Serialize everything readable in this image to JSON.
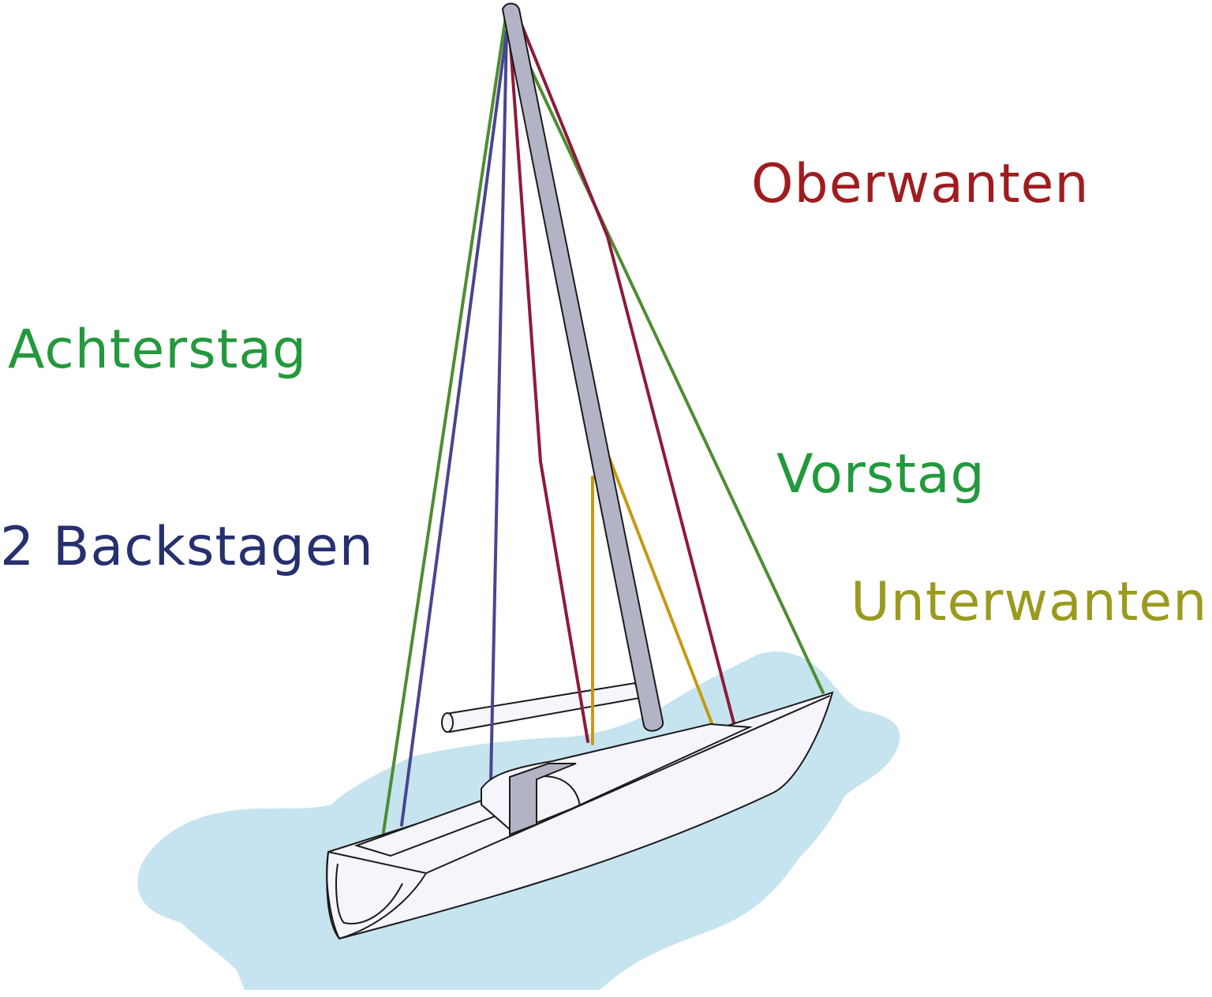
{
  "labels": {
    "oberwanten": "Oberwanten",
    "achterstag": "Achterstag",
    "vorstag": "Vorstag",
    "backstagen": "2 Backstagen",
    "unterwanten": "Unterwanten"
  },
  "colors": {
    "oberwanten": "#a01c1f",
    "achterstag": "#23993d",
    "vorstag": "#23993d",
    "backstagen": "#26306f",
    "unterwanten": "#9a9a1e",
    "line_oberwanten": "#8e1a3a",
    "line_stag": "#4e8c32",
    "line_backstagen": "#48468f",
    "line_unterwanten": "#c49a12",
    "water": "#c6e4ef",
    "mast": "#b3b3c6",
    "hull": "#f5f5fb",
    "outline": "#1a1a1a"
  }
}
